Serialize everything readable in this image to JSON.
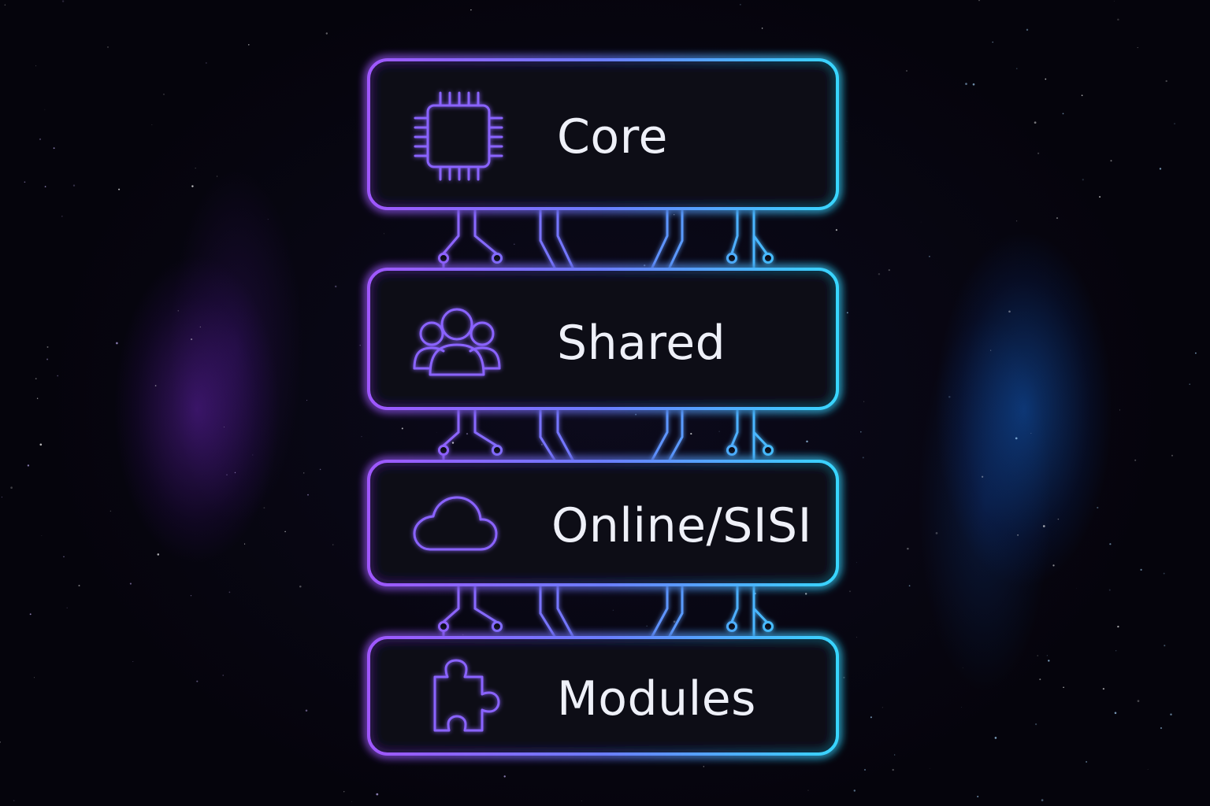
{
  "layers": [
    {
      "label": "Core",
      "icon": "chip-icon"
    },
    {
      "label": "Shared",
      "icon": "users-icon"
    },
    {
      "label": "Online/SISI",
      "icon": "cloud-icon"
    },
    {
      "label": "Modules",
      "icon": "puzzle-icon"
    }
  ],
  "colors": {
    "purple": "#9b5cff",
    "cyan": "#35d2ff",
    "icon": "#8a63ff",
    "text": "#eef0f8"
  }
}
